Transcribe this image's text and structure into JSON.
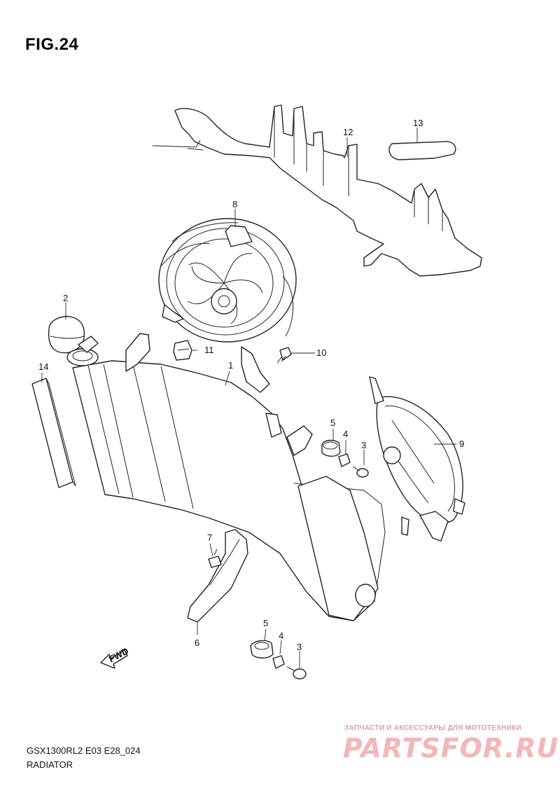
{
  "figure": {
    "title": "FIG.24"
  },
  "callouts": [
    {
      "id": "c1",
      "label": "1"
    },
    {
      "id": "c2",
      "label": "2"
    },
    {
      "id": "c3a",
      "label": "3"
    },
    {
      "id": "c3b",
      "label": "3"
    },
    {
      "id": "c4a",
      "label": "4"
    },
    {
      "id": "c4b",
      "label": "4"
    },
    {
      "id": "c5a",
      "label": "5"
    },
    {
      "id": "c5b",
      "label": "5"
    },
    {
      "id": "c6",
      "label": "6"
    },
    {
      "id": "c7",
      "label": "7"
    },
    {
      "id": "c8",
      "label": "8"
    },
    {
      "id": "c9",
      "label": "9"
    },
    {
      "id": "c10",
      "label": "10"
    },
    {
      "id": "c11",
      "label": "11"
    },
    {
      "id": "c12",
      "label": "12"
    },
    {
      "id": "c13",
      "label": "13"
    },
    {
      "id": "c14",
      "label": "14"
    }
  ],
  "fwd_label": "FWD",
  "footer": {
    "code": "GSX1300RL2 E03 E28_024",
    "name": "RADIATOR"
  },
  "watermark": {
    "tagline": "ЗАПЧАСТИ И АКСЕССУАРЫ ДЛЯ МОТОТЕХНИКИ",
    "logo": "PARTSFOR.RU"
  },
  "colors": {
    "line": "#222222",
    "watermark": "#f2b7b7"
  }
}
